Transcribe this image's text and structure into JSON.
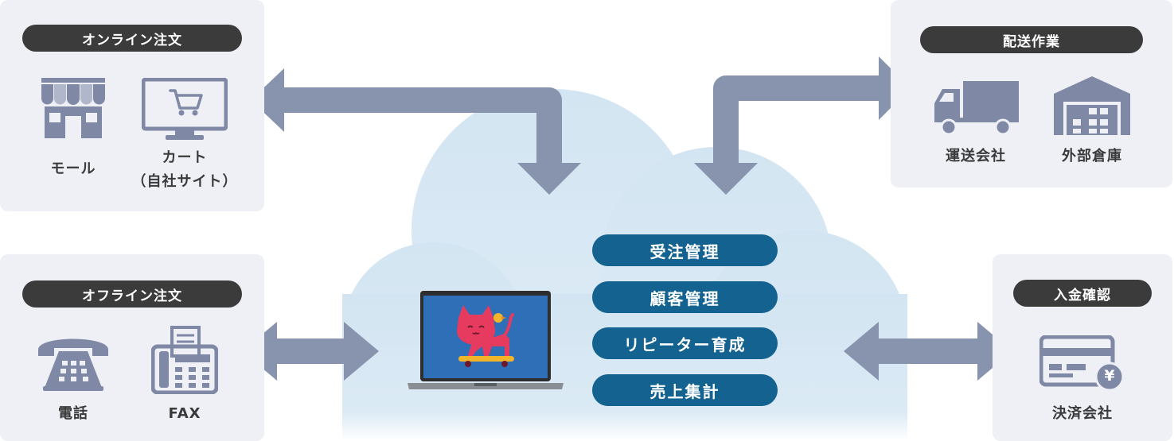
{
  "online": {
    "title": "オンライン注文",
    "mall_label": "モール",
    "cart_label_1": "カート",
    "cart_label_2": "（自社サイト）"
  },
  "offline": {
    "title": "オフライン注文",
    "phone_label": "電話",
    "fax_label": "FAX"
  },
  "shipping": {
    "title": "配送作業",
    "carrier_label": "運送会社",
    "warehouse_label": "外部倉庫"
  },
  "payment": {
    "title": "入金確認",
    "settlement_label": "決済会社",
    "yen_symbol": "¥"
  },
  "functions": [
    "受注管理",
    "顧客管理",
    "リピーター育成",
    "売上集計"
  ],
  "colors": {
    "panel": "#eef0f6",
    "pill": "#3b3b3b",
    "icon": "#7f89a6",
    "arrow": "#8893ae",
    "cloud": "#d6e7f3",
    "function_button": "#14628f",
    "screen": "#2f6fb7",
    "cat": "#e63a5e"
  }
}
